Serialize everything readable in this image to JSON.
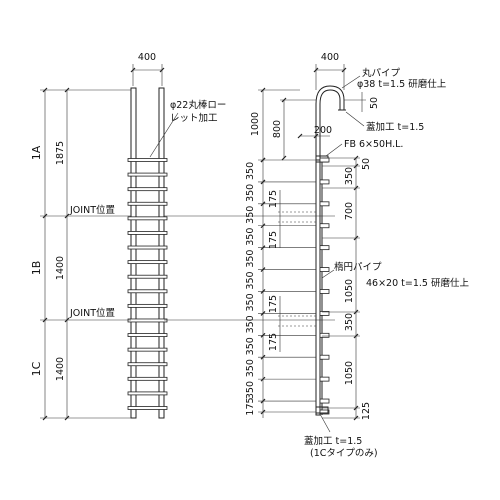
{
  "front_view": {
    "width_label": "400",
    "sections": [
      {
        "label": "1A",
        "height": "1875"
      },
      {
        "label": "1B",
        "height": "1400"
      },
      {
        "label": "1C",
        "height": "1400"
      }
    ],
    "joint_label_1": "JOINT位置",
    "joint_label_2": "JOINT位置",
    "top_note_line1": "φ22丸棒ロー",
    "top_note_line2": "レット加工",
    "rung_count": 18
  },
  "side_view": {
    "width_label": "400",
    "hoop_dim": "50",
    "top_dim_1000": "1000",
    "top_dim_800": "800",
    "offset_200": "200",
    "step_dims": [
      "350",
      "350",
      "350",
      "350",
      "350",
      "350",
      "350",
      "350",
      "350",
      "350",
      "350",
      "175"
    ],
    "right_dims": [
      "50",
      "350",
      "700",
      "1050",
      "350",
      "1050",
      "125"
    ],
    "inner_dims": [
      "175",
      "175",
      "175",
      "175"
    ],
    "notes": {
      "pipe_line1": "丸パイプ",
      "pipe_line2": "φ38  t=1.5 研磨仕上",
      "cap_top": "蓋加工 t=1.5",
      "fb": "FB 6×50H.L.",
      "oval_line1": "楕円パイプ",
      "oval_line2": "46×20  t=1.5 研磨仕上",
      "cap_bottom_line1": "蓋加工 t=1.5",
      "cap_bottom_line2": "(1Cタイプのみ)"
    }
  }
}
